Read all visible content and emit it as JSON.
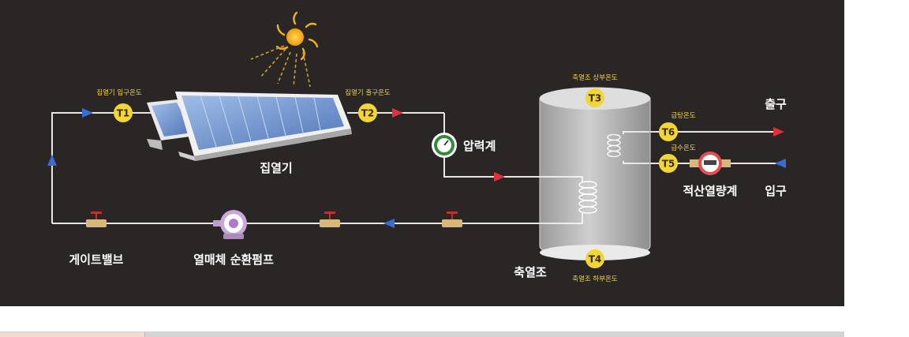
{
  "labels": {
    "collector": "집열기",
    "pressure_gauge": "압력계",
    "gate_valve": "게이트밸브",
    "pump": "열매체 순환펌프",
    "storage_tank": "축열조",
    "heat_meter": "적산열량계",
    "outlet": "출구",
    "inlet": "입구"
  },
  "sensors": [
    {
      "id": "T1",
      "caption": "집열기 입구온도"
    },
    {
      "id": "T2",
      "caption": "집열기 출구온도"
    },
    {
      "id": "T3",
      "caption": "축열조 상부온도"
    },
    {
      "id": "T4",
      "caption": "축열조 하부온도"
    },
    {
      "id": "T5",
      "caption": "급수온도"
    },
    {
      "id": "T6",
      "caption": "급탕온도"
    }
  ],
  "colors": {
    "background": "#2a2626",
    "pipe": "#e8e8e8",
    "sensor": "#f2d536",
    "arrow_hot": "#e0303a",
    "arrow_cold": "#3a6cd6",
    "tank": "#b9b9b9"
  },
  "icons": [
    "sun-icon",
    "solar-panel-icon",
    "pressure-gauge-icon",
    "valve-icon",
    "pump-icon",
    "heat-meter-icon",
    "coil-icon"
  ]
}
